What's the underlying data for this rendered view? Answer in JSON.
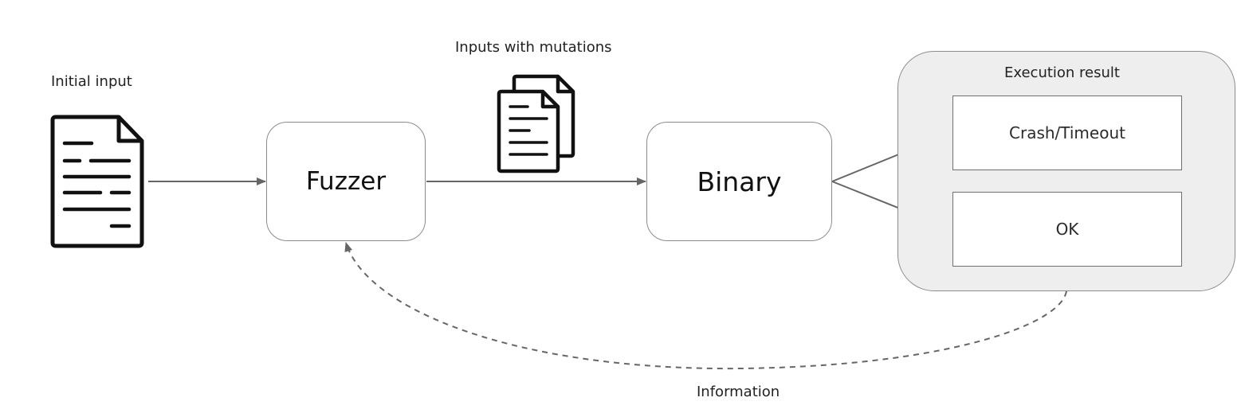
{
  "initial_input": {
    "label": "Initial input",
    "icon": "document-icon"
  },
  "mutations": {
    "label": "Inputs with mutations",
    "icon": "documents-stack-icon"
  },
  "fuzzer": {
    "label": "Fuzzer"
  },
  "binary": {
    "label": "Binary"
  },
  "execution_result": {
    "title": "Execution result",
    "outcomes": [
      "Crash/Timeout",
      "OK"
    ]
  },
  "feedback": {
    "label": "Information"
  },
  "colors": {
    "edge": "#666666",
    "box_border": "#8c8c8c",
    "group_fill": "#eeeeee"
  }
}
